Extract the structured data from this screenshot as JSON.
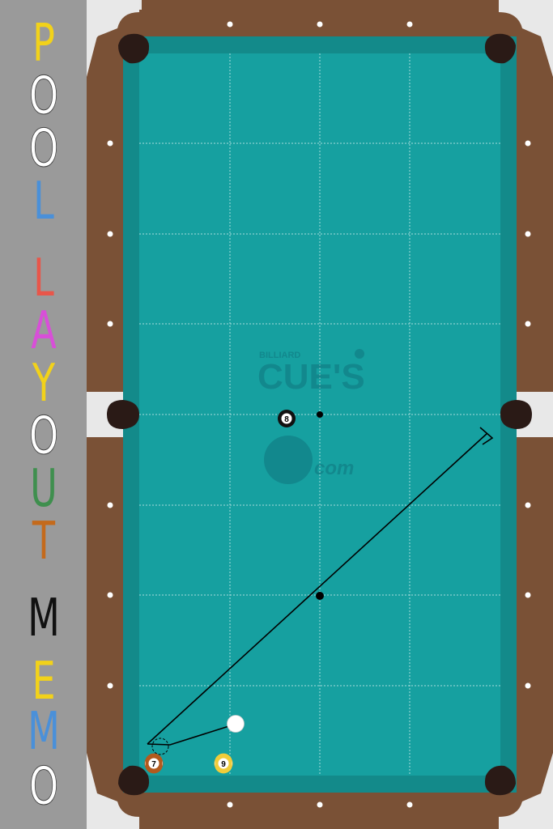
{
  "app": {
    "title_letters": [
      {
        "ch": "P",
        "color": "#f2d21a"
      },
      {
        "ch": "O",
        "color": "#ffffff"
      },
      {
        "ch": "O",
        "color": "#ffffff"
      },
      {
        "ch": "L",
        "color": "#4a90d9"
      },
      {
        "ch": "L",
        "color": "#e8564a"
      },
      {
        "ch": "A",
        "color": "#d84fd8"
      },
      {
        "ch": "Y",
        "color": "#f2d21a"
      },
      {
        "ch": "O",
        "color": "#ffffff"
      },
      {
        "ch": "U",
        "color": "#3f8f4e"
      },
      {
        "ch": "T",
        "color": "#c46a1c"
      },
      {
        "ch": "M",
        "color": "#111111"
      },
      {
        "ch": "E",
        "color": "#f2d21a"
      },
      {
        "ch": "M",
        "color": "#4a90d9"
      },
      {
        "ch": "O",
        "color": "#ffffff"
      }
    ]
  },
  "watermark": {
    "line1": "BILLIARD",
    "line2": "CUE'S",
    "line3": "com"
  },
  "balls": [
    {
      "label": "8",
      "kind": "eight"
    },
    {
      "label": "7",
      "kind": "stripe-seven"
    },
    {
      "label": "9",
      "kind": "stripe-nine"
    },
    {
      "label": "",
      "kind": "cue"
    }
  ],
  "colors": {
    "felt": "#16a0a0",
    "rail": "#7a5136",
    "pocket": "#2a1a16",
    "corner": "#e8e8e8",
    "sidebar": "#9a9a9a"
  }
}
